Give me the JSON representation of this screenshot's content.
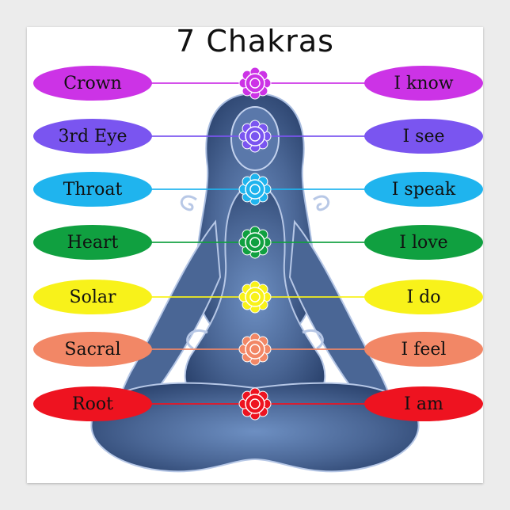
{
  "title": "7 Chakras",
  "chakras": [
    {
      "name": "Crown",
      "affirmation": "I know",
      "color": "#cc33e6"
    },
    {
      "name": "3rd Eye",
      "affirmation": "I see",
      "color": "#7a55f0"
    },
    {
      "name": "Throat",
      "affirmation": "I speak",
      "color": "#1fb4ee"
    },
    {
      "name": "Heart",
      "affirmation": "I love",
      "color": "#10a040"
    },
    {
      "name": "Solar",
      "affirmation": "I do",
      "color": "#f8f21a"
    },
    {
      "name": "Sacral",
      "affirmation": "I feel",
      "color": "#f28766"
    },
    {
      "name": "Root",
      "affirmation": "I am",
      "color": "#ee1320"
    }
  ]
}
